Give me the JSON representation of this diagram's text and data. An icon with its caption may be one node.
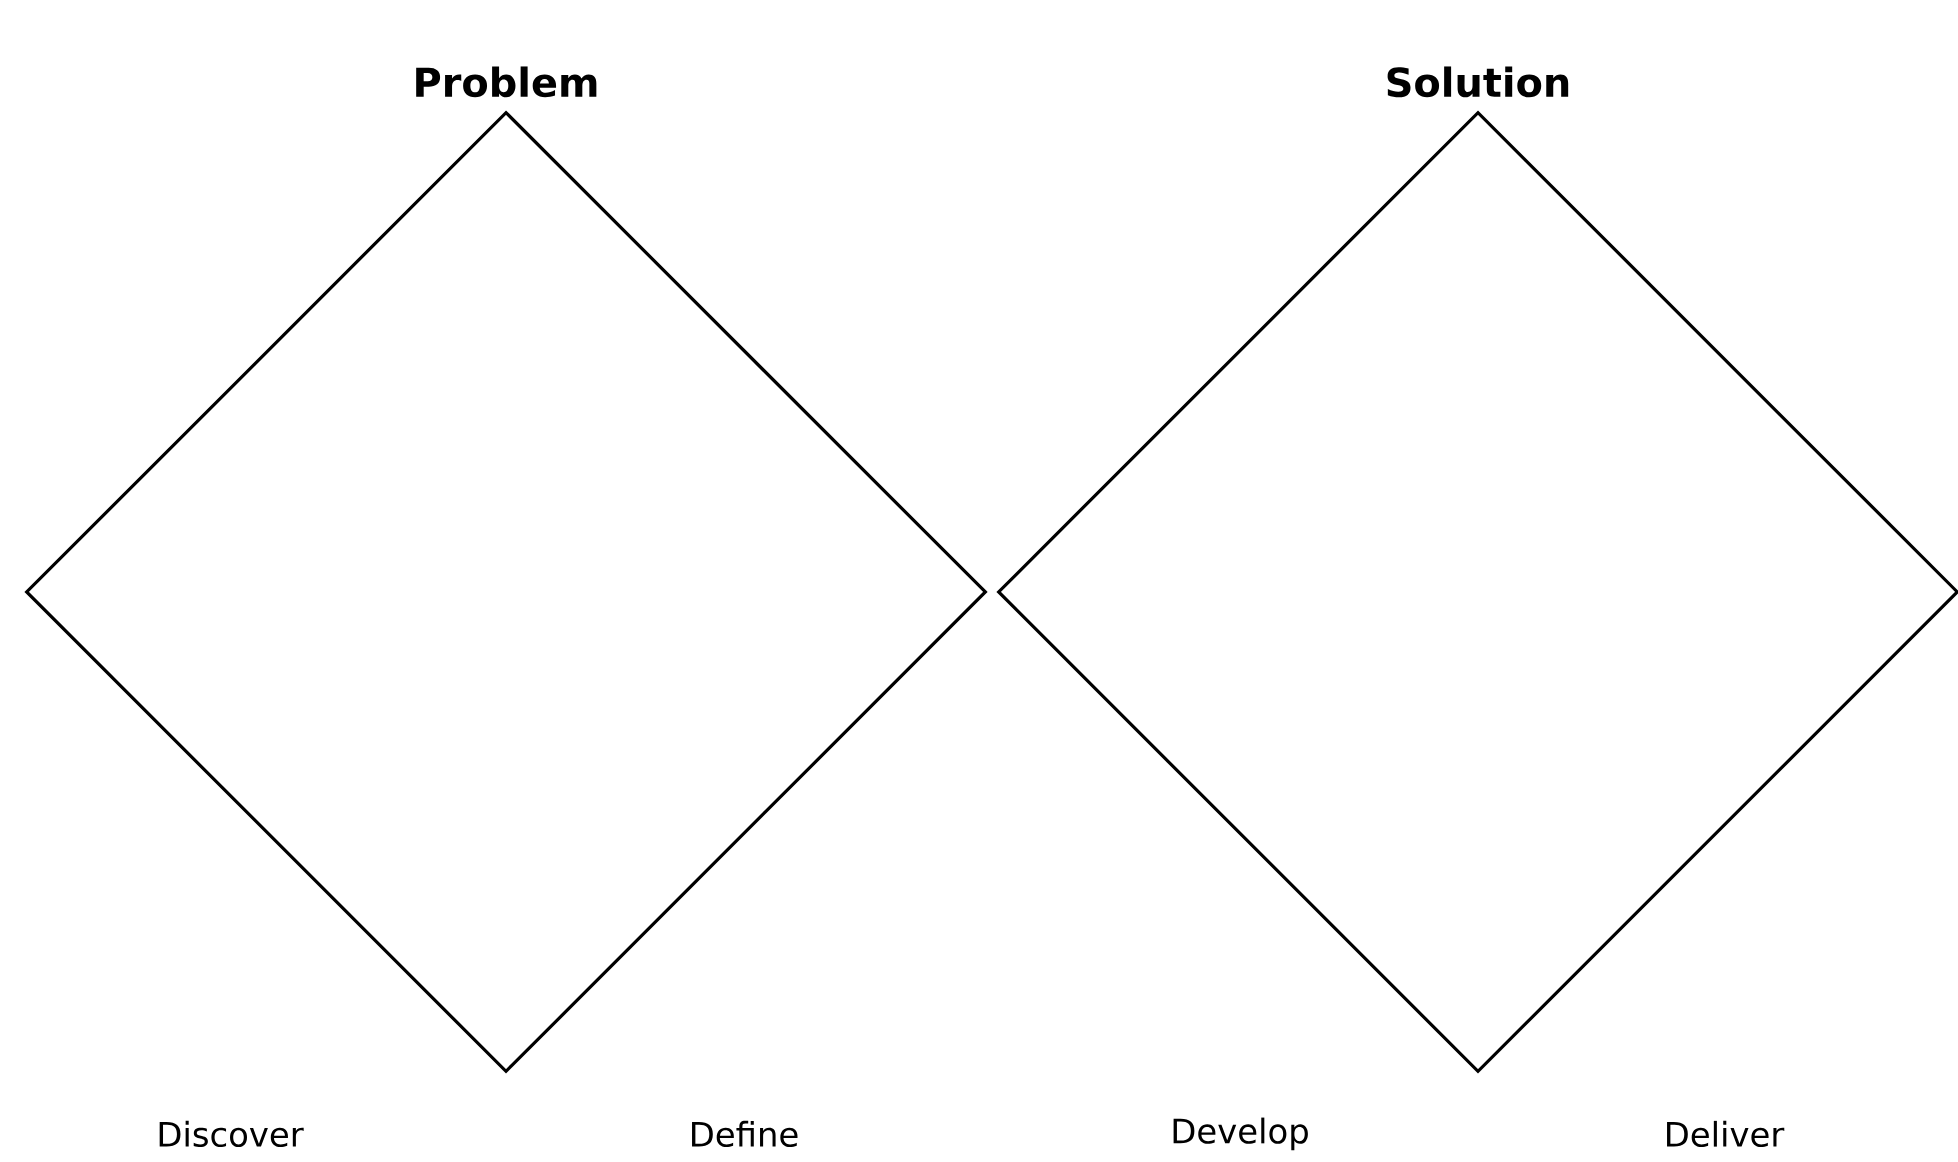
{
  "diagram": {
    "nodes": [
      {
        "text": [
          "Problem"
        ]
      },
      {
        "text": [
          "Solution"
        ]
      }
    ],
    "labels": [
      "Discover",
      "Define",
      "Develop",
      "Deliver"
    ]
  }
}
